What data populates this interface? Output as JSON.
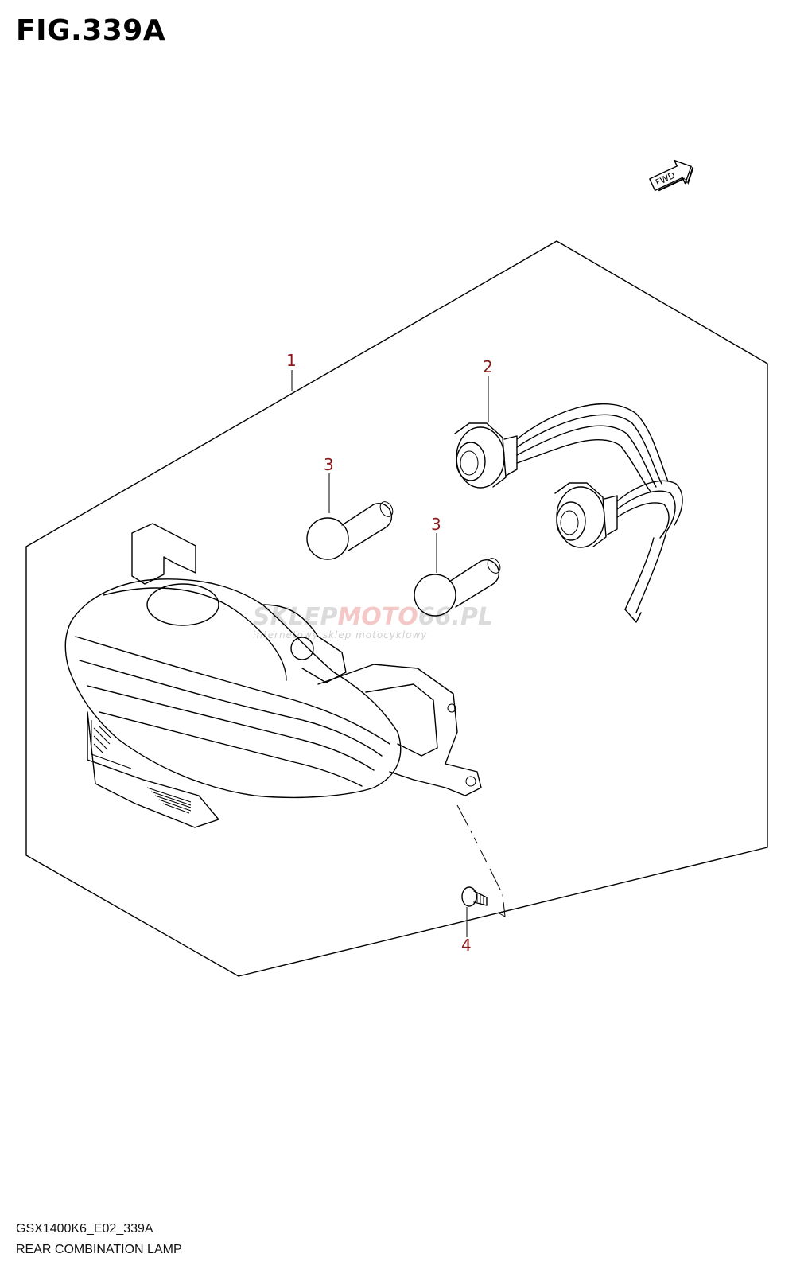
{
  "figure": {
    "title": "FIG.339A"
  },
  "fwd_label": "FWD",
  "callouts": [
    {
      "id": "1",
      "label": "1"
    },
    {
      "id": "2",
      "label": "2"
    },
    {
      "id": "3a",
      "label": "3"
    },
    {
      "id": "3b",
      "label": "3"
    },
    {
      "id": "4",
      "label": "4"
    }
  ],
  "watermark": {
    "brand_main": "SKLEP",
    "brand_accent": "MOTO",
    "brand_tail": "66.PL",
    "tagline": "internetowy sklep motocyklowy"
  },
  "footer": {
    "code": "GSX1400K6_E02_339A",
    "name": "REAR COMBINATION LAMP"
  },
  "colors": {
    "callout": "#8b1a1a",
    "line": "#000000",
    "watermark": "#cfcfcf"
  }
}
